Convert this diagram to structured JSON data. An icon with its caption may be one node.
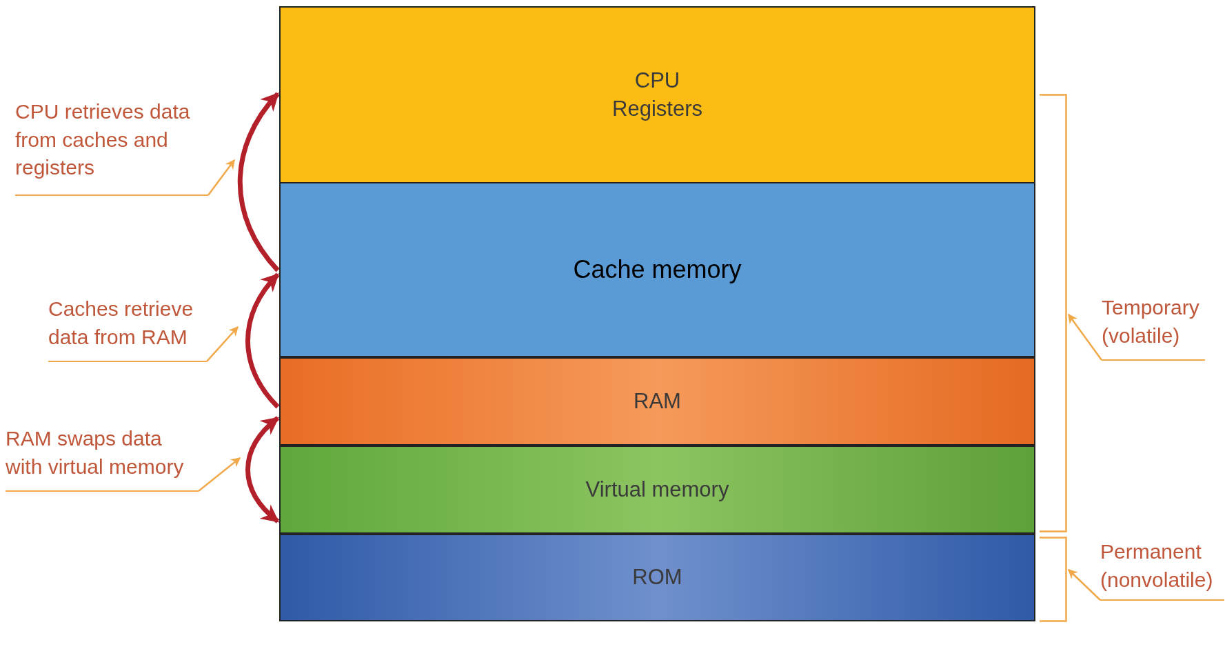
{
  "diagram": {
    "nodes": [
      {
        "text": [
          "CPU Registers"
        ]
      },
      {
        "text": [
          "Cache memory"
        ]
      },
      {
        "text": [
          "RAM"
        ]
      },
      {
        "text": [
          "Virtual memory"
        ]
      },
      {
        "text": [
          "ROM"
        ]
      },
      {
        "text": [
          "CPU retrieves data from caches and registers"
        ]
      },
      {
        "text": [
          "Caches retrieve data from RAM"
        ]
      },
      {
        "text": [
          "RAM swaps data with virtual memory"
        ]
      },
      {
        "text": [
          "Temporary (volatile)"
        ]
      },
      {
        "text": [
          "Permanent (nonvolatile)"
        ]
      },
      {
        "text": [],
        "shape": "bracket"
      },
      {
        "text": [],
        "shape": "bracket"
      }
    ],
    "edges": [
      {
        "from": 1,
        "to": 0,
        "arrow": "to",
        "style": "thick",
        "color": "#b3202a"
      },
      {
        "from": 2,
        "to": 1,
        "arrow": "to",
        "style": "thick",
        "color": "#b3202a"
      },
      {
        "from": 2,
        "to": 3,
        "arrow": "both",
        "style": "thick",
        "color": "#b3202a"
      },
      {
        "from": 5,
        "to": null,
        "arrow": "to",
        "color": "#f0a848"
      },
      {
        "from": 6,
        "to": null,
        "arrow": "to",
        "color": "#f0a848"
      },
      {
        "from": 7,
        "to": null,
        "arrow": "to",
        "color": "#f0a848"
      },
      {
        "from": 8,
        "to": 10,
        "arrow": "to",
        "color": "#f0a848"
      },
      {
        "from": 9,
        "to": 11,
        "arrow": "to",
        "color": "#f0a848"
      }
    ]
  }
}
